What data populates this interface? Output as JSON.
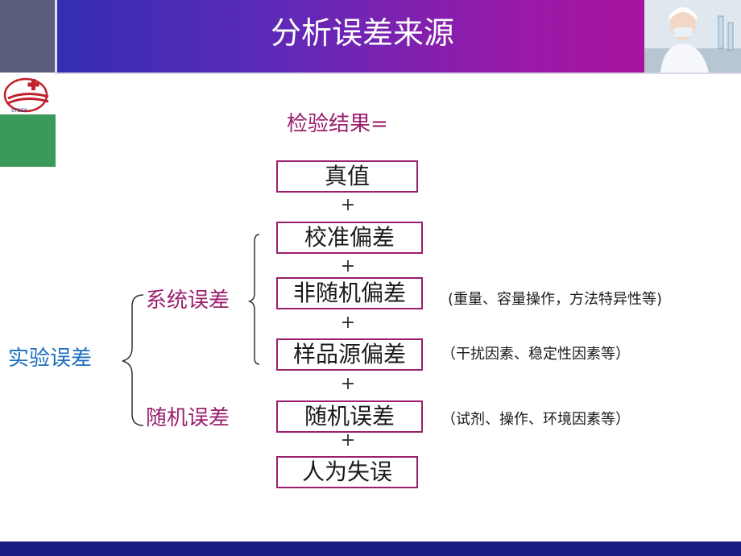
{
  "header": {
    "title": "分析误差来源"
  },
  "main": {
    "result_label": "检验结果=",
    "boxes": [
      "真值",
      "校准偏差",
      "非随机偏差",
      "样品源偏差",
      "随机误差",
      "人为失误"
    ],
    "plus_sign": "+",
    "notes": [
      "(重量、容量操作，方法特异性等)",
      "（干扰因素、稳定性因素等）",
      "（试剂、操作、环境因素等）"
    ],
    "labels": {
      "main": "实验误差",
      "systematic": "系统误差",
      "random": "随机误差"
    },
    "logo_text": "SYDEY"
  },
  "colors": {
    "accent": "#9b1f6e",
    "header_left": "#2a2fb0",
    "header_right": "#b0109a",
    "footer": "#1a1a80",
    "green_block": "#3a9a5a",
    "main_label": "#1e6fbf"
  }
}
